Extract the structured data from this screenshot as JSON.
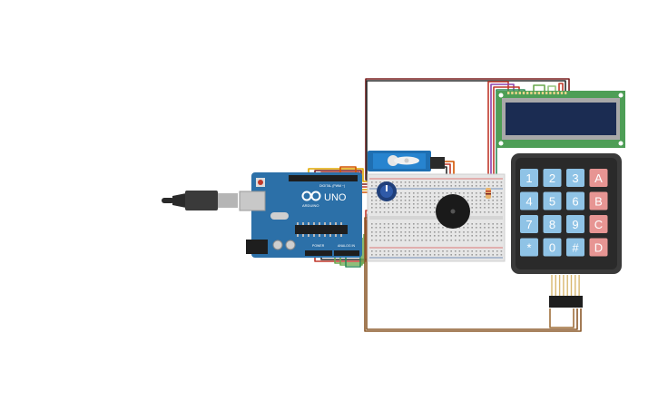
{
  "arduino": {
    "model_label": "UNO",
    "brand_label": "ARDUINO",
    "digital_header_label": "DIGITAL (PWM ~)",
    "power_header_label": "POWER",
    "analog_header_label": "ANALOG IN"
  },
  "keypad": {
    "keys": [
      "1",
      "2",
      "3",
      "A",
      "4",
      "5",
      "6",
      "B",
      "7",
      "8",
      "9",
      "C",
      "*",
      "0",
      "#",
      "D"
    ],
    "number_color": "#8fc3e6",
    "letter_color": "#e79593"
  },
  "colors": {
    "arduino_board": "#2c70a8",
    "lcd_pcb": "#4e9e56",
    "lcd_screen": "#1b2c52",
    "keypad_body": "#3a3a3a",
    "servo_body": "#1f6fb2",
    "breadboard": "#e6e6e6"
  }
}
